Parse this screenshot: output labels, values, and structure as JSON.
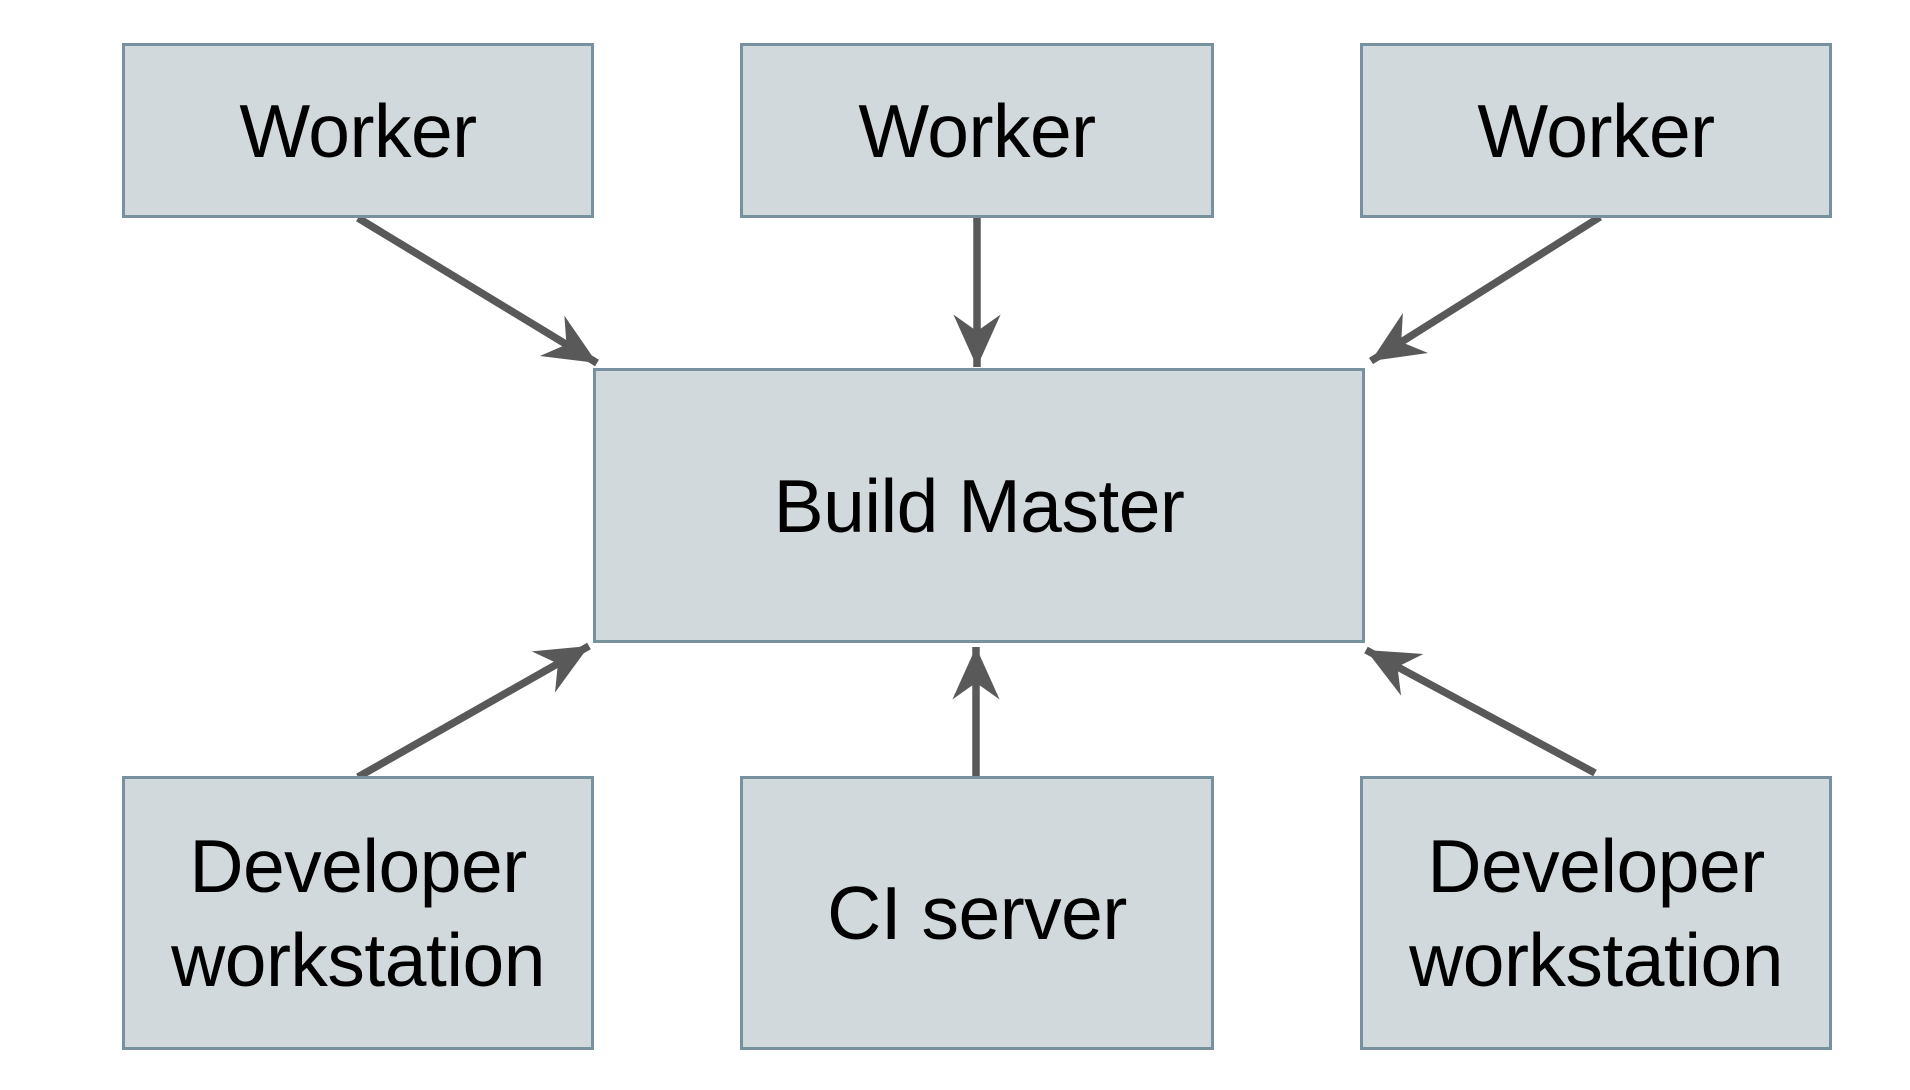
{
  "diagram": {
    "nodes": {
      "worker_1": {
        "label": "Worker"
      },
      "worker_2": {
        "label": "Worker"
      },
      "worker_3": {
        "label": "Worker"
      },
      "build_master": {
        "label": "Build Master"
      },
      "developer_workstation_1": {
        "label": "Developer workstation"
      },
      "ci_server": {
        "label": "CI server"
      },
      "developer_workstation_2": {
        "label": "Developer workstation"
      }
    },
    "edges": [
      {
        "from": "worker_1",
        "to": "build_master",
        "direction": "down-right"
      },
      {
        "from": "worker_2",
        "to": "build_master",
        "direction": "down"
      },
      {
        "from": "worker_3",
        "to": "build_master",
        "direction": "down-left"
      },
      {
        "from": "developer_workstation_1",
        "to": "build_master",
        "direction": "up-right"
      },
      {
        "from": "ci_server",
        "to": "build_master",
        "direction": "up"
      },
      {
        "from": "developer_workstation_2",
        "to": "build_master",
        "direction": "up-left"
      }
    ],
    "colors": {
      "background": "#ffffff",
      "node_fill": "#d1d9dd",
      "node_border": "#78919f",
      "arrow": "#595959",
      "text": "#000000"
    }
  }
}
